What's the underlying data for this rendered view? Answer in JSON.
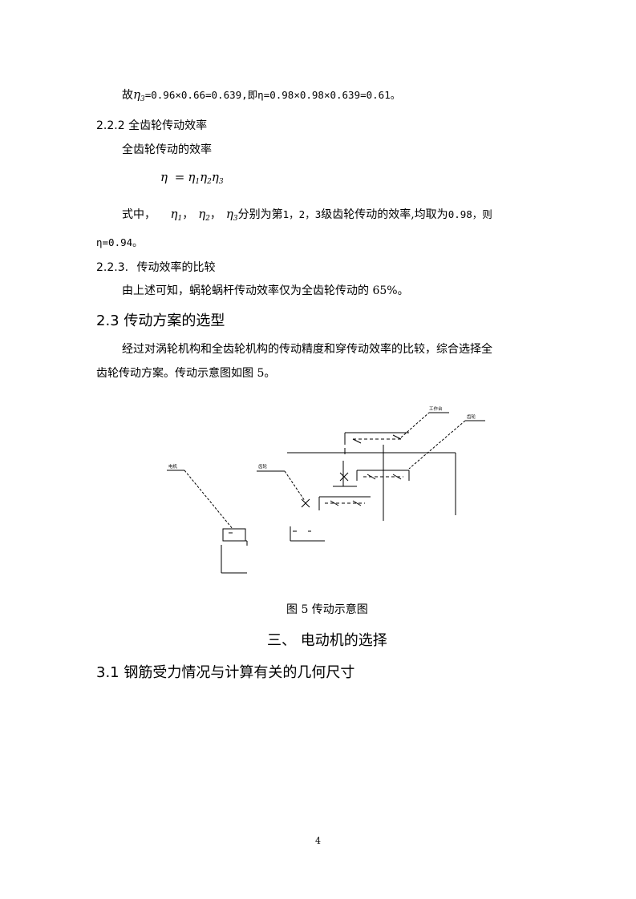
{
  "line1": {
    "prefix": "故",
    "eta_symbol": "η",
    "eta_sub": "3",
    "mono_text": "=0.96×0.66=0.639,即η=0.98×0.98×0.639=0.61。"
  },
  "sec222": {
    "number": "2.2.2",
    "title": "全齿轮传动效率",
    "intro": "全齿轮传动的效率",
    "formula": {
      "lhs": "η",
      "eq": "=",
      "terms": [
        {
          "sym": "η",
          "sub": "1"
        },
        {
          "sym": "η",
          "sub": "2"
        },
        {
          "sym": "η",
          "sub": "3"
        }
      ]
    },
    "where_prefix": "式中，",
    "where_items": [
      {
        "sym": "η",
        "sub": "1",
        "sep": "，"
      },
      {
        "sym": "η",
        "sub": "2",
        "sep": "，"
      },
      {
        "sym": "η",
        "sub": "3",
        "sep": ""
      }
    ],
    "where_suffix_a": "分别为第",
    "where_mono_a": "1，2，3",
    "where_suffix_b": "级齿轮传动的效率,均取为",
    "where_mono_b": "0.98，则",
    "result": "η=0.94。"
  },
  "sec223": {
    "number": "2.2.3.",
    "title": "传动效率的比较",
    "body": "由上述可知，蜗轮蜗杆传动效率仅为全齿轮传动的 65%。"
  },
  "sec23": {
    "number": "2.3",
    "title": "传动方案的选型",
    "body_line1": "经过对涡轮机构和全齿轮机构的传动精度和穿传动效率的比较，综合选择全",
    "body_line2": "齿轮传动方案。传动示意图如图 5。"
  },
  "figure": {
    "caption": "图 5  传动示意图",
    "labels": {
      "top": "工作台",
      "right": "齿轮",
      "left": "电机",
      "middle": "齿轮"
    }
  },
  "chapter3": {
    "title": "三、  电动机的选择"
  },
  "sec31": {
    "number": "3.1",
    "title": "钢筋受力情况与计算有关的几何尺寸"
  },
  "page_number": "4"
}
